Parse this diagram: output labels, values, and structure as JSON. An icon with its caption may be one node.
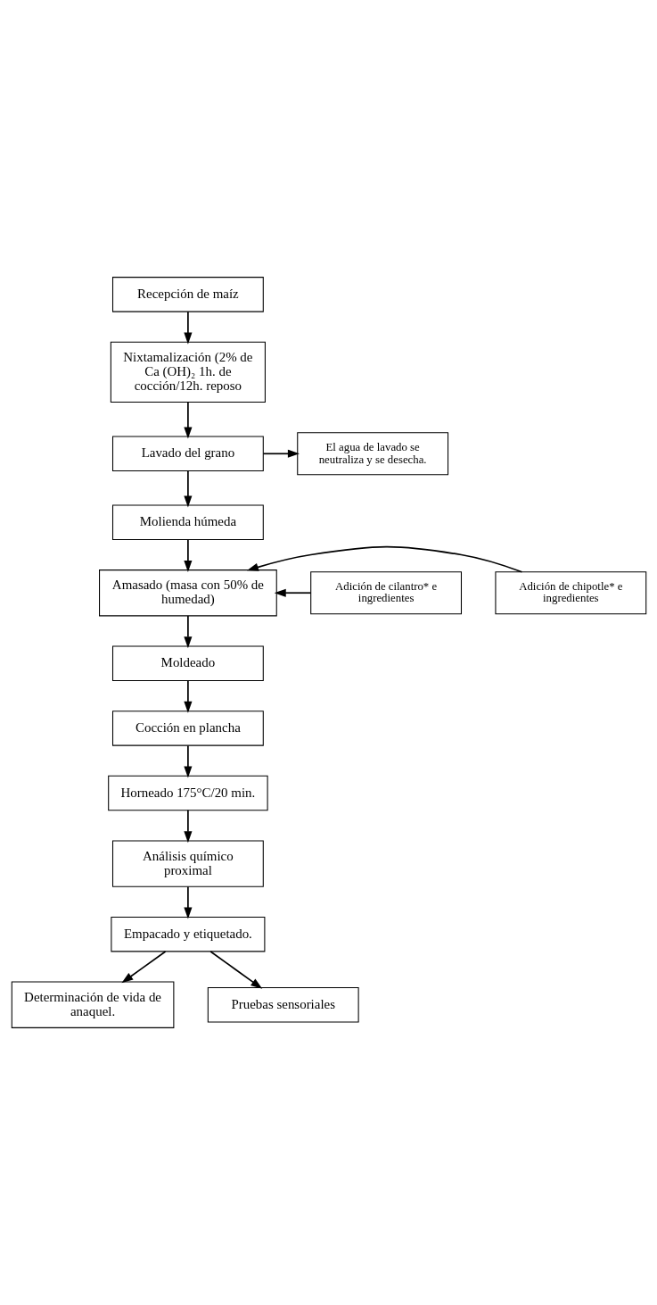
{
  "diagram": {
    "nodes": [
      {
        "text": [
          "Recepción de maíz"
        ]
      },
      {
        "text": [
          "Nixtamalización (2% de Ca (OH)₂ 1h. de cocción/12h. reposo"
        ]
      },
      {
        "text": [
          "Lavado del grano"
        ]
      },
      {
        "text": [
          "El agua de lavado se neutraliza y se desecha."
        ]
      },
      {
        "text": [
          "Molienda húmeda"
        ]
      },
      {
        "text": [
          "Adición de chipotle* e ingredientes"
        ]
      },
      {
        "text": [
          "Amasado (masa con 50% de humedad)"
        ]
      },
      {
        "text": [
          "Adición de cilantro* e ingredientes"
        ]
      },
      {
        "text": [
          "Moldeado"
        ]
      },
      {
        "text": [
          "Cocción en plancha"
        ]
      },
      {
        "text": [
          "Horneado 175°C/20 min."
        ]
      },
      {
        "text": [
          "Análisis químico proximal"
        ]
      },
      {
        "text": [
          "Empacado y etiquetado."
        ]
      },
      {
        "text": [
          "Determinación de vida de anaquel."
        ]
      },
      {
        "text": [
          "Pruebas sensoriales"
        ]
      }
    ],
    "edges": [
      {
        "from": 0,
        "to": 1,
        "arrow": "to"
      },
      {
        "from": 1,
        "to": 2,
        "arrow": "to"
      },
      {
        "from": 2,
        "to": 3,
        "arrow": "to"
      },
      {
        "from": 2,
        "to": 4,
        "arrow": "to"
      },
      {
        "from": 4,
        "to": 6,
        "arrow": "to"
      },
      {
        "from": 5,
        "to": 6,
        "arrow": "to"
      },
      {
        "from": 7,
        "to": 6,
        "arrow": "to"
      },
      {
        "from": 6,
        "to": 8,
        "arrow": "to"
      },
      {
        "from": 8,
        "to": 9,
        "arrow": "to"
      },
      {
        "from": 9,
        "to": 10,
        "arrow": "to"
      },
      {
        "from": 10,
        "to": 11,
        "arrow": "to"
      },
      {
        "from": 11,
        "to": 12,
        "arrow": "to"
      },
      {
        "from": 12,
        "to": 13,
        "arrow": "to"
      },
      {
        "from": 12,
        "to": 14,
        "arrow": "to"
      }
    ]
  }
}
